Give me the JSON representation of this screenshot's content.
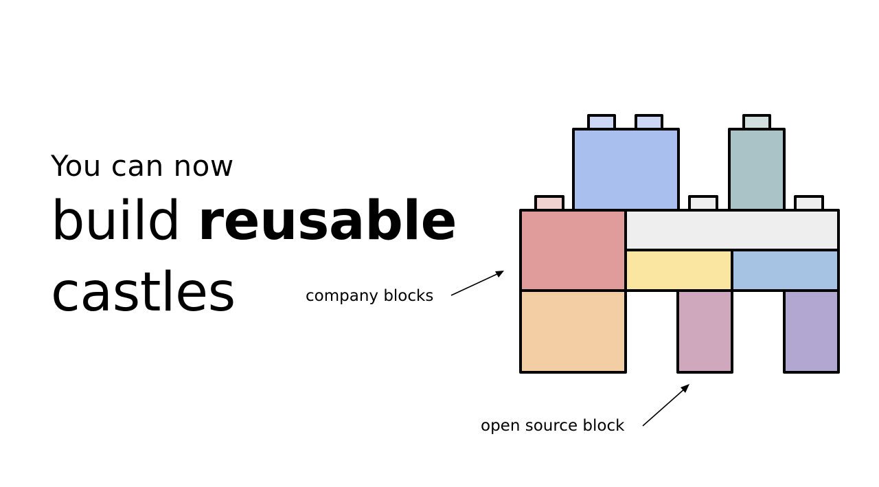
{
  "slide": {
    "headline": {
      "line1": "You can now",
      "line2_regular": "build ",
      "line2_bold": "reusable",
      "line3": "castles"
    },
    "annotations": {
      "company_blocks": "company blocks",
      "open_source_block": "open source block"
    }
  },
  "colors": {
    "outline": "#000000",
    "blue_brick": "#a9bfee",
    "blue_stud": "#cbd7f5",
    "teal_brick": "#a9c3c6",
    "teal_stud": "#d0dede",
    "red_brick": "#df9c9a",
    "red_stud": "#f1d2d1",
    "light_gray_brick": "#eeeeee",
    "yellow_brick": "#fbe6a1",
    "light_blue_brick": "#a6c3e4",
    "orange_brick": "#f3cda3",
    "pink_brick": "#d0a8bd",
    "purple_brick": "#b1a7d1"
  }
}
